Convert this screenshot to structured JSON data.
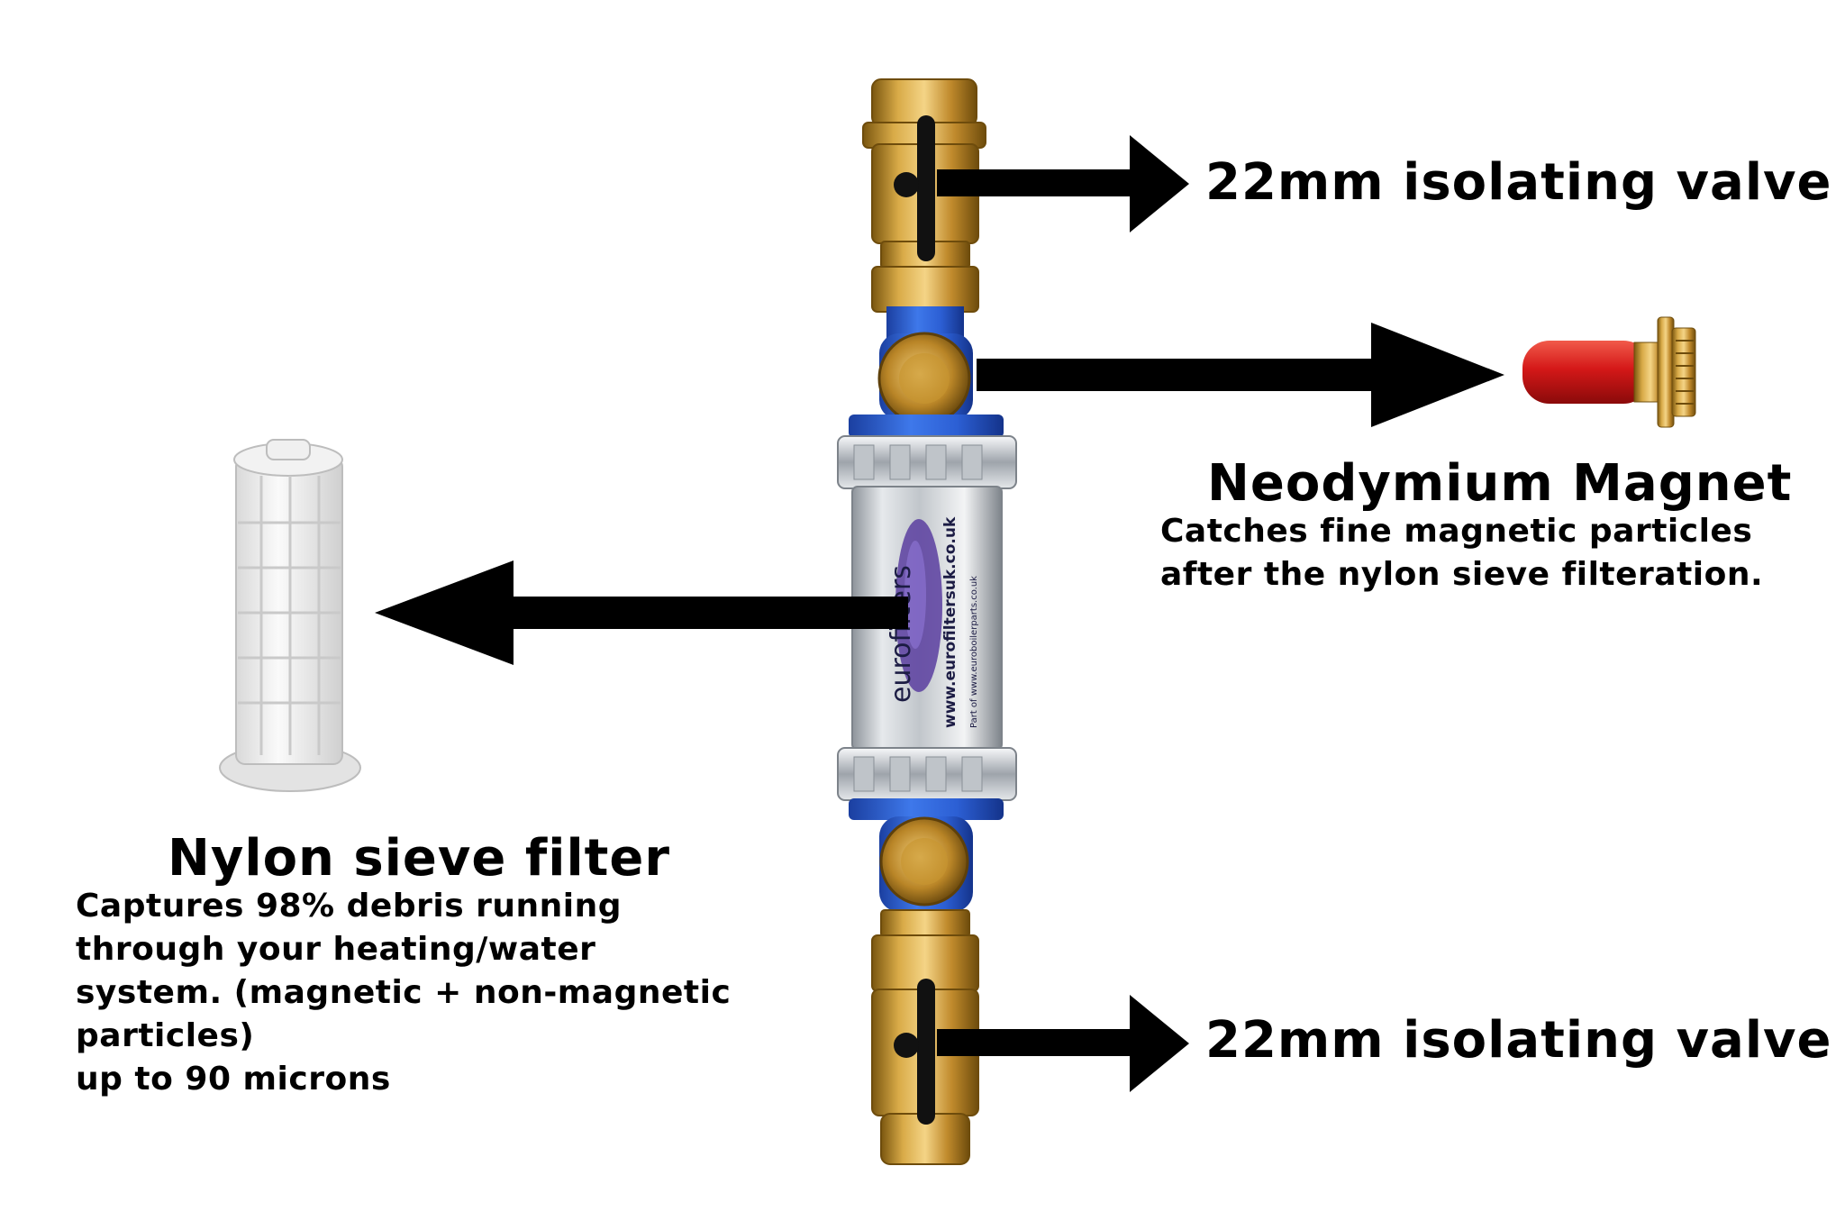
{
  "labels": {
    "top_valve": "22mm isolating valve",
    "bottom_valve": "22mm isolating valve",
    "magnet": {
      "title": "Neodymium Magnet",
      "lines": [
        "Catches fine magnetic particles",
        "after the nylon sieve filteration."
      ]
    },
    "sieve": {
      "title": "Nylon sieve filter",
      "lines": [
        "Captures 98% debris running",
        "through your heating/water",
        "system. (magnetic + non-magnetic",
        "particles)",
        "up to 90 microns"
      ]
    }
  },
  "product_text": {
    "brand": "eurofilters",
    "url": "www.eurofiltersuk.co.uk",
    "sub": "Part of www.euroboilerparts.co.uk"
  },
  "colors": {
    "brass": "#c89a3a",
    "brass_dark": "#8a6418",
    "blue_collar": "#2f63d8",
    "chrome": "#d9dde2",
    "arrow": "#000000",
    "magnet_red": "#d41818",
    "sieve_white": "#eeeeee"
  }
}
